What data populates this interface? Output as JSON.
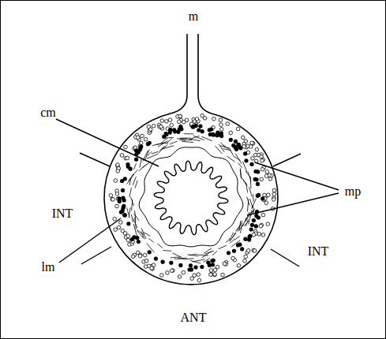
{
  "diagram": {
    "labels": [
      "m",
      "cm",
      "mp",
      "INT",
      "lm",
      "INT",
      "ANT"
    ]
  }
}
